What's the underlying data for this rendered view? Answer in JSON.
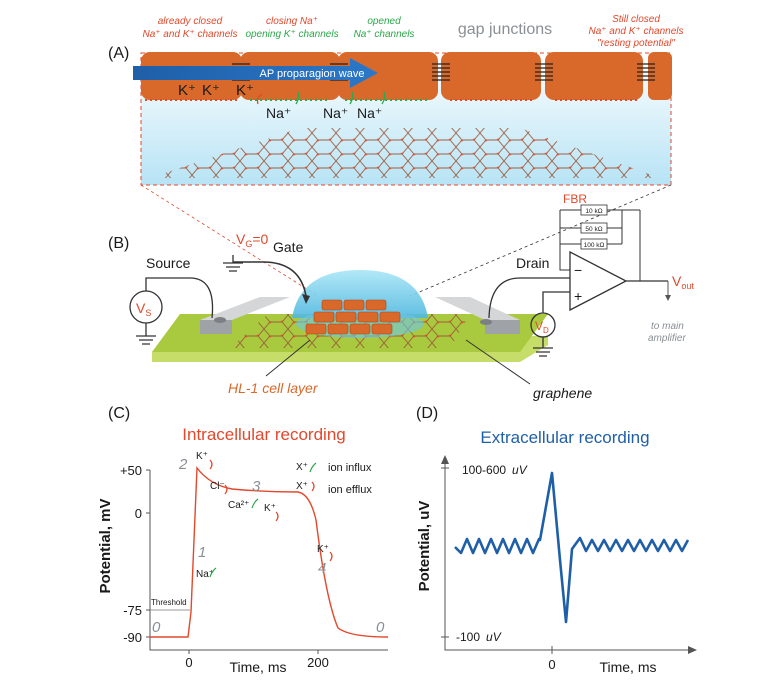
{
  "panelA": {
    "label": "(A)",
    "ann_closed_1": "already closed",
    "ann_closed_2": "Na⁺ and K⁺ channels",
    "ann_closing_1": "closing Na⁺",
    "ann_closing_2": "opening K⁺ channels",
    "ann_opened_1": "opened",
    "ann_opened_2": "Na⁺ channels",
    "gap": "gap junctions",
    "ann_still_1": "Still closed",
    "ann_still_2": "Na⁺ and K⁺ channels",
    "ann_still_3": "\"resting potential\"",
    "wave": "AP proparagion wave",
    "k1": "K⁺",
    "k2": "K⁺",
    "k3": "K⁺",
    "na1": "Na⁺",
    "na2": "Na⁺",
    "na3": "Na⁺"
  },
  "panelB": {
    "label": "(B)",
    "vg": "V",
    "vg_sub": "G",
    "vg_val": "=0",
    "gate": "Gate",
    "source": "Source",
    "vs": "V",
    "vs_sub": "S",
    "drain": "Drain",
    "vd": "V",
    "vd_sub": "D",
    "fbr": "FBR",
    "r1": "10 kΩ",
    "r2": "50 kΩ",
    "r3": "100 kΩ",
    "minus": "−",
    "plus": "+",
    "vout": "V",
    "vout_sub": "out",
    "to_amp_1": "to main",
    "to_amp_2": "amplifier",
    "hl1": "HL-1 cell layer",
    "graphene": "graphene"
  },
  "panelC": {
    "label": "(C)",
    "title": "Intracellular recording",
    "ylabel": "Potential, mV",
    "xlabel": "Time, ms",
    "yticks": [
      "+50",
      "0",
      "-75",
      "-90"
    ],
    "xticks": [
      "0",
      "200"
    ],
    "threshold": "Threshold",
    "phase0a": "0",
    "phase1": "1",
    "phase2": "2",
    "phase3": "3",
    "phase4": "4",
    "phase0b": "0",
    "ion_k1": "K⁺",
    "ion_cl": "Cl⁻",
    "ion_ca": "Ca²⁺",
    "ion_k2": "K⁺",
    "ion_na": "Na⁺",
    "ion_k3": "K⁺",
    "legend_x1": "X⁺",
    "legend_influx": "ion influx",
    "legend_x2": "X⁺",
    "legend_efflux": "ion efflux",
    "color": "#e2482b"
  },
  "panelD": {
    "label": "(D)",
    "title": "Extracellular recording",
    "ylabel": "Potential, uV",
    "xlabel": "Time, ms",
    "ytick_top": "100-600",
    "ytick_top_unit": "uV",
    "ytick_bot": "-100",
    "ytick_bot_unit": "uV",
    "xtick": "0",
    "color": "#1f5fa8"
  }
}
